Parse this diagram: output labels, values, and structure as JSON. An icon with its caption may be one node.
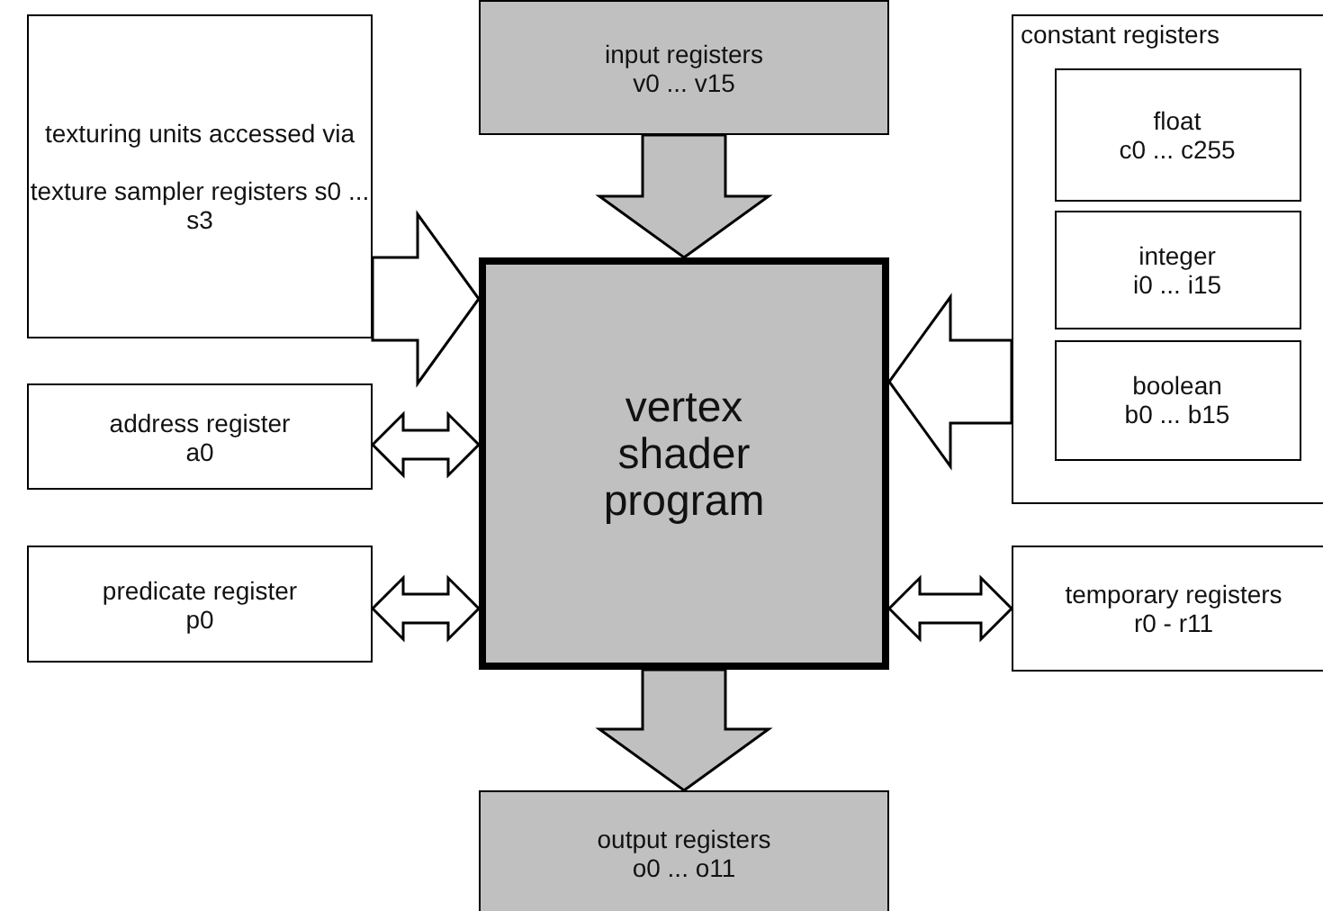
{
  "diagram": {
    "nodes": [
      {
        "text": [
          "texturing units accessed via",
          "texture sampler registers s0 ... s3"
        ]
      },
      {
        "text": [
          "input registers",
          "v0 ... v15"
        ]
      },
      {
        "text": [
          "constant registers"
        ]
      },
      {
        "text": [
          "float",
          "c0 ... c255"
        ],
        "in": 2
      },
      {
        "text": [
          "integer",
          "i0 ... i15"
        ],
        "in": 2
      },
      {
        "text": [
          "boolean",
          "b0 ... b15"
        ],
        "in": 2
      },
      {
        "text": [
          "vertex shader program"
        ]
      },
      {
        "text": [
          "address register",
          "a0"
        ]
      },
      {
        "text": [
          "predicate register",
          "p0"
        ]
      },
      {
        "text": [
          "temporary registers",
          "r0 - r11"
        ]
      },
      {
        "text": [
          "output registers",
          "o0 ... o11"
        ]
      }
    ],
    "edges": [
      {
        "from": 0,
        "to": 6,
        "arrow": "to",
        "style": "thick"
      },
      {
        "from": 1,
        "to": 6,
        "arrow": "to",
        "style": "thick",
        "color": "#c0c0c0"
      },
      {
        "from": 2,
        "to": 6,
        "arrow": "to",
        "style": "thick"
      },
      {
        "from": 7,
        "to": 6,
        "arrow": "both"
      },
      {
        "from": 8,
        "to": 6,
        "arrow": "both"
      },
      {
        "from": 6,
        "to": 9,
        "arrow": "both"
      },
      {
        "from": 6,
        "to": 10,
        "arrow": "to",
        "style": "thick",
        "color": "#c0c0c0"
      }
    ]
  }
}
